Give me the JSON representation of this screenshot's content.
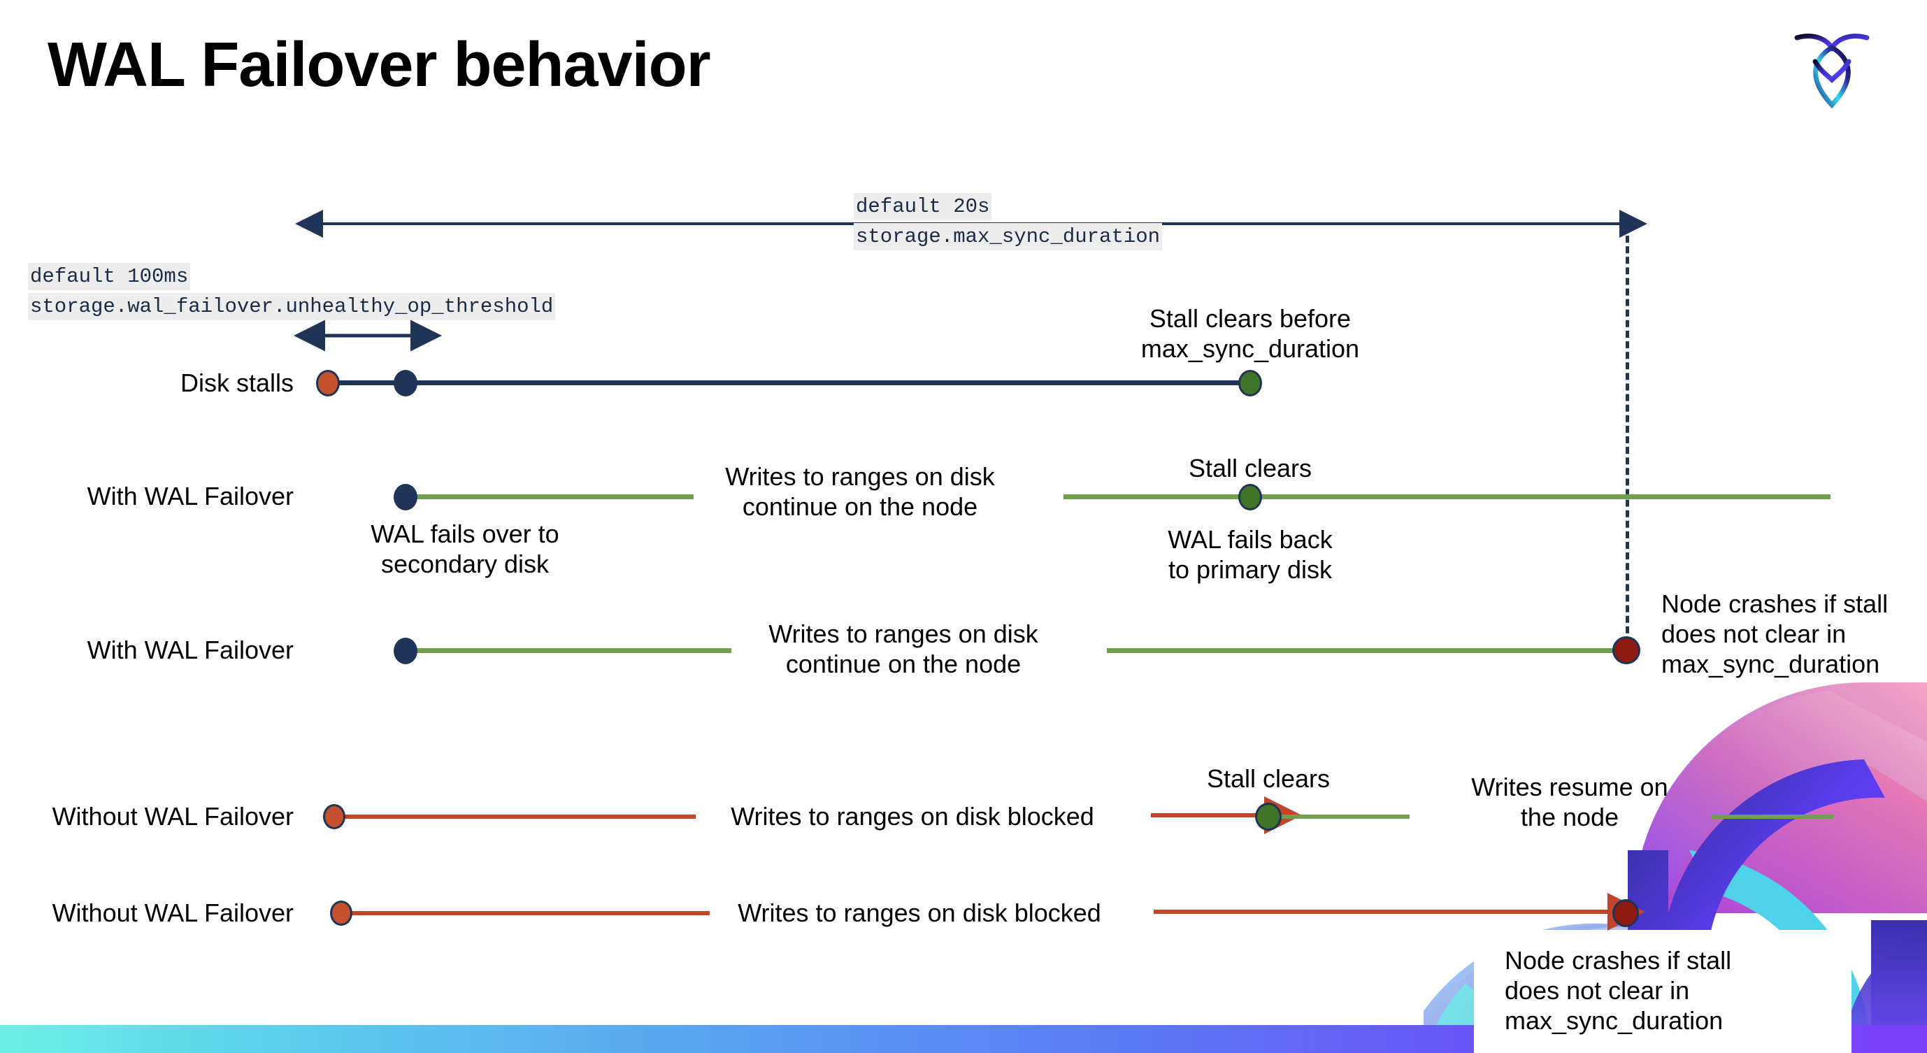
{
  "slide": {
    "title": "WAL Failover behavior",
    "logo_name": "cockroachdb-logo"
  },
  "settings": {
    "max_sync": {
      "default_label": "default 20s",
      "setting_name": "storage.max_sync_duration"
    },
    "unhealthy": {
      "default_label": "default 100ms",
      "setting_name": "storage.wal_failover.unhealthy_op_threshold"
    }
  },
  "rows": [
    {
      "label": "Disk stalls",
      "annotations": {
        "stall_clears": "Stall clears before\nmax_sync_duration"
      }
    },
    {
      "label": "With WAL Failover",
      "annotations": {
        "failover": "WAL fails over to\nsecondary disk",
        "writes": "Writes to ranges on disk\ncontinue on the node",
        "stall_clears": "Stall clears",
        "fail_back": "WAL fails  back\nto primary disk"
      }
    },
    {
      "label": "With WAL Failover",
      "annotations": {
        "writes": "Writes to ranges on disk\ncontinue on the node",
        "crash": "Node crashes if stall\ndoes not clear in\nmax_sync_duration"
      }
    },
    {
      "label": "Without WAL Failover",
      "annotations": {
        "blocked": "Writes to ranges on disk  blocked",
        "stall_clears": "Stall clears",
        "resume": "Writes resume on\nthe node"
      }
    },
    {
      "label": "Without WAL Failover",
      "annotations": {
        "blocked": "Writes to ranges on disk  blocked",
        "crash": "Node crashes if stall\ndoes not clear in\nmax_sync_duration"
      }
    }
  ],
  "colors": {
    "navy": "#1f3456",
    "green_line": "#70a04f",
    "red_line": "#c0462a",
    "dot_orange": "#c4522e",
    "dot_green": "#3f7327",
    "dot_darkred": "#8e1b13",
    "chip_bg": "#ededed"
  }
}
